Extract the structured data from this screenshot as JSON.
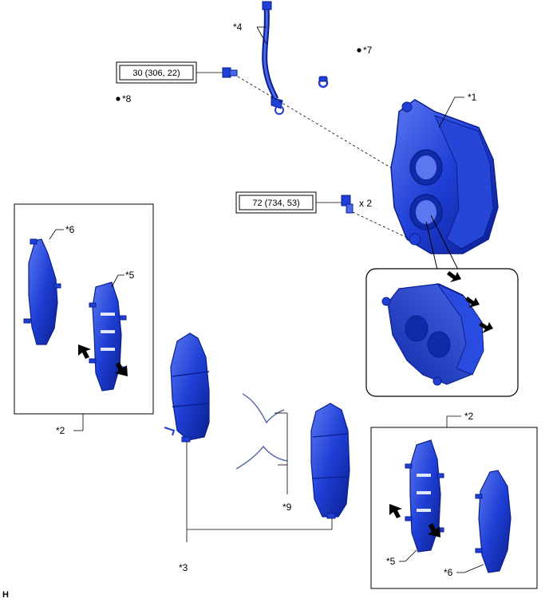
{
  "callouts": {
    "c1": "*1",
    "c2_left": "*2",
    "c2_right": "*2",
    "c3": "*3",
    "c4": "*4",
    "c5_left": "*5",
    "c5_right": "*5",
    "c6_left": "*6",
    "c6_right": "*6",
    "c7": "*7",
    "c8": "*8",
    "c9": "*9"
  },
  "torque": {
    "upper": "30 (306, 22)",
    "lower": "72 (734, 53)",
    "lower_qty": "x 2"
  },
  "corner_mark": "H",
  "colors": {
    "part_fill": "#1f3fd6",
    "part_dark": "#0b1f8f",
    "part_light": "#5b78f0",
    "line": "#000000"
  },
  "icons": {
    "bullet": "filled-dot",
    "arrow": "black-block-arrow"
  }
}
